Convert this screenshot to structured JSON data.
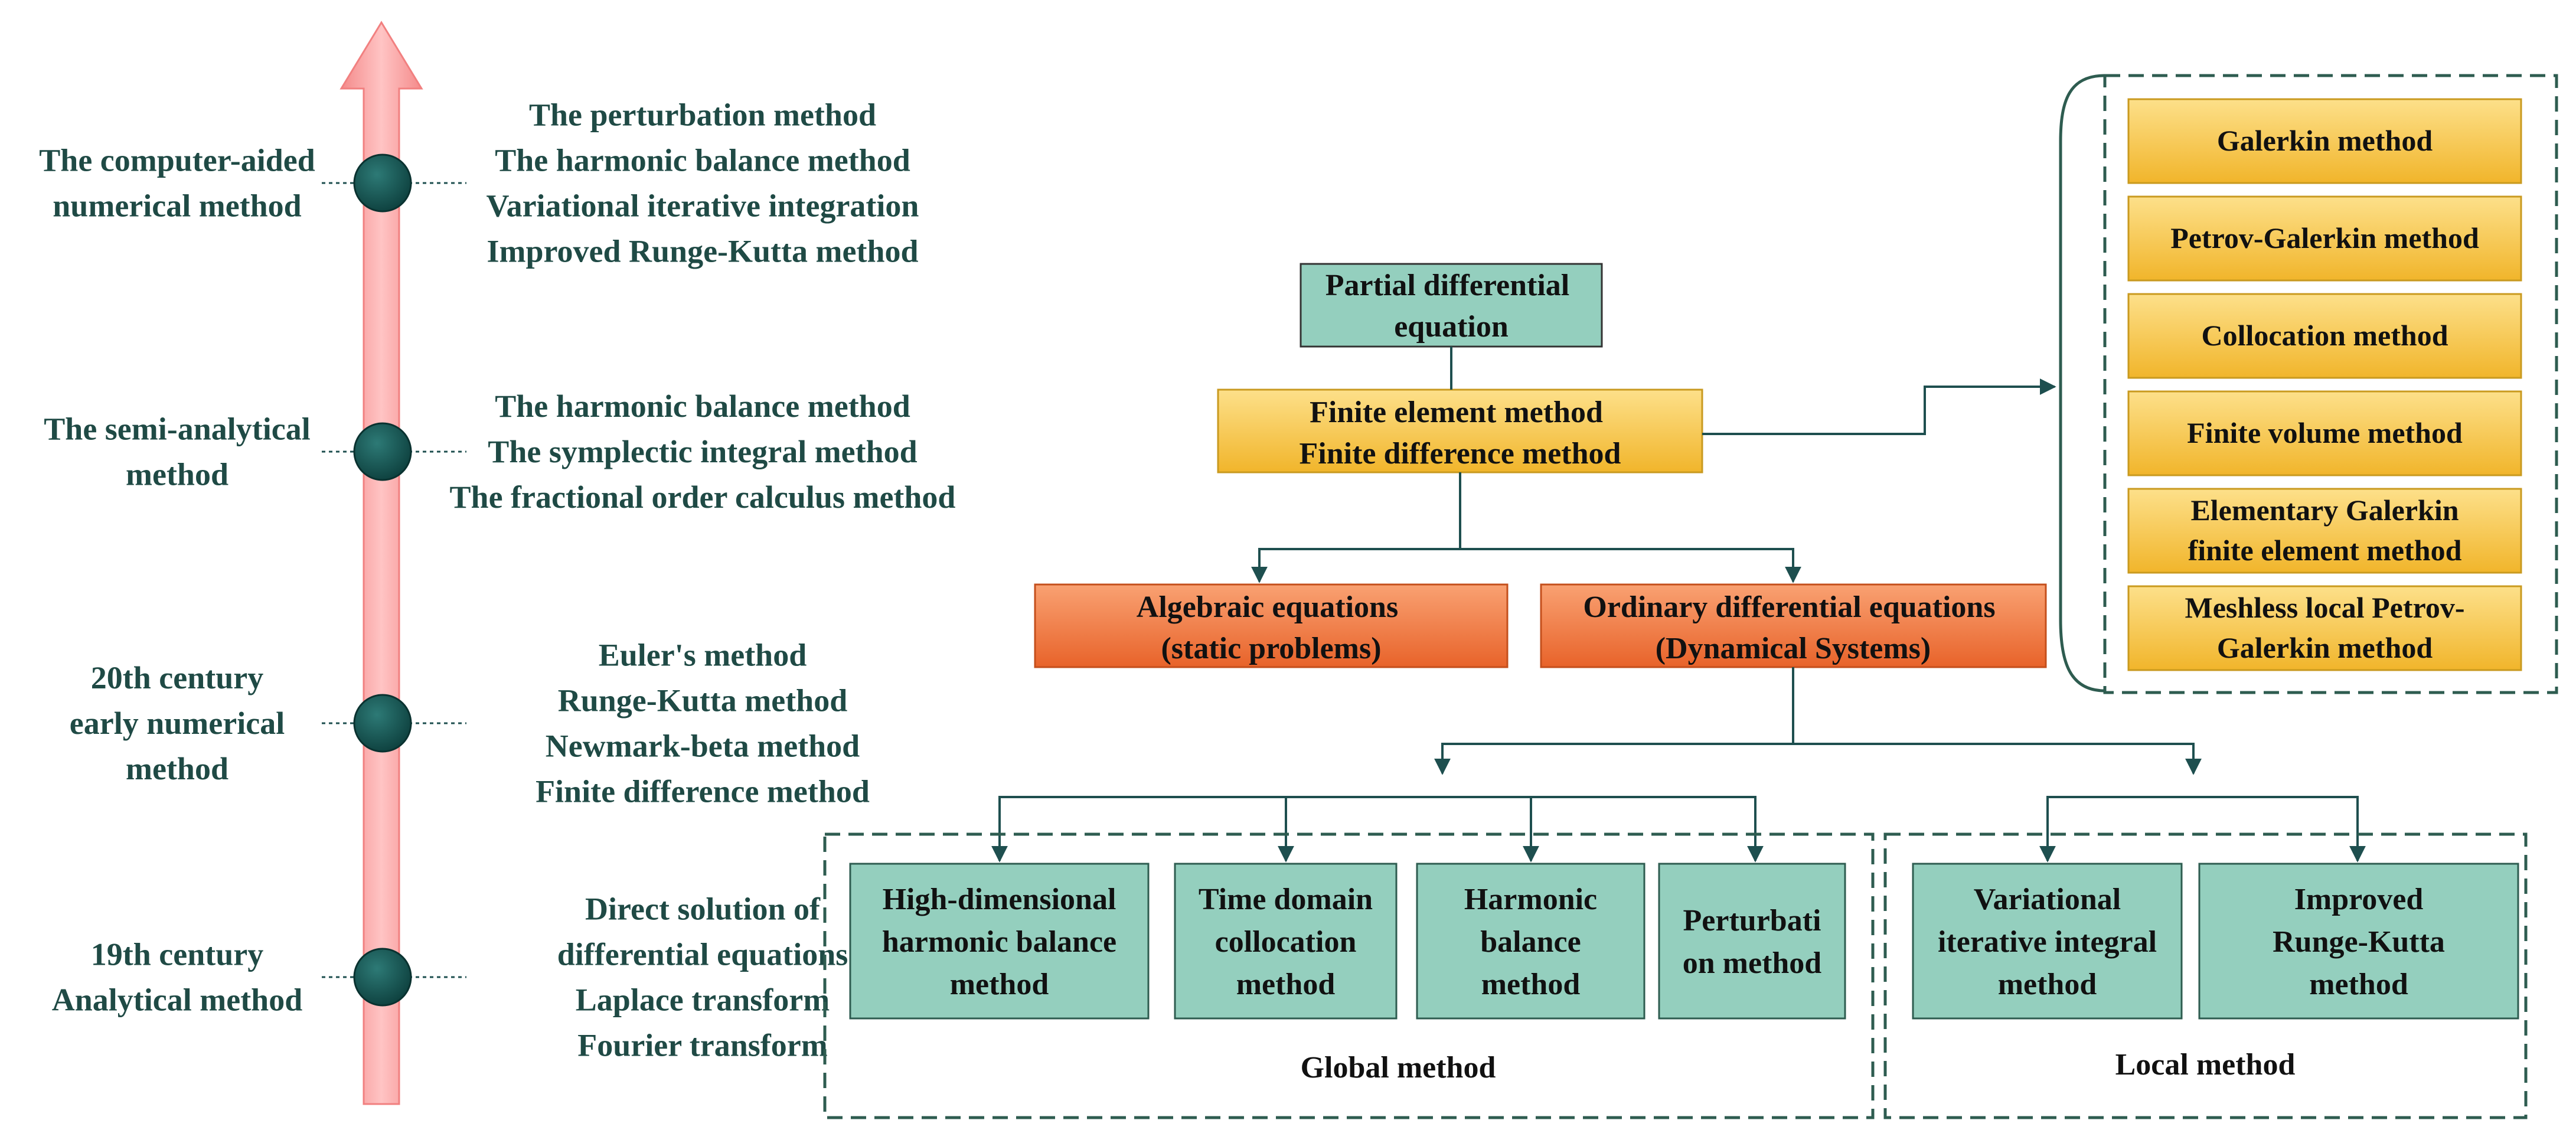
{
  "timeline": {
    "stages": [
      {
        "label": [
          "The computer-aided",
          "numerical method"
        ],
        "methods": [
          "The perturbation method",
          "The harmonic balance method",
          "Variational iterative integration",
          "Improved Runge-Kutta method"
        ]
      },
      {
        "label": [
          "The semi-analytical",
          "method"
        ],
        "methods": [
          "The harmonic balance method",
          "The symplectic integral method",
          "The fractional order calculus method"
        ]
      },
      {
        "label": [
          "20th century",
          "early numerical",
          "method"
        ],
        "methods": [
          "Euler's method",
          "Runge-Kutta method",
          "Newmark-beta method",
          "Finite difference method"
        ]
      },
      {
        "label": [
          "19th century",
          "Analytical method"
        ],
        "methods": [
          "Direct solution of",
          "differential equations",
          "Laplace transform",
          "Fourier transform"
        ]
      }
    ]
  },
  "flow": {
    "pde": [
      "Partial differential",
      "equation"
    ],
    "fem": [
      "Finite element method",
      "Finite difference method"
    ],
    "algebraic": [
      "Algebraic equations",
      "(static problems)"
    ],
    "ode": [
      "Ordinary differential equations",
      "(Dynamical Systems)"
    ]
  },
  "weighted_residual_methods": [
    [
      "Galerkin method"
    ],
    [
      "Petrov-Galerkin method"
    ],
    [
      "Collocation method"
    ],
    [
      "Finite volume method"
    ],
    [
      "Elementary Galerkin",
      "finite element method"
    ],
    [
      "Meshless local Petrov-",
      "Galerkin method"
    ]
  ],
  "global_group": {
    "label": "Global method",
    "methods": [
      [
        "High-dimensional",
        "harmonic balance",
        "method"
      ],
      [
        "Time domain",
        "collocation",
        "method"
      ],
      [
        "Harmonic",
        "balance",
        "method"
      ],
      [
        "Perturbati",
        "on method"
      ]
    ]
  },
  "local_group": {
    "label": "Local method",
    "methods": [
      [
        "Variational",
        "iterative integral",
        "method"
      ],
      [
        "Improved",
        "Runge-Kutta",
        "method"
      ]
    ]
  },
  "colors": {
    "teal_box": "#94cfbe",
    "yellow_box": "#f7c84a",
    "orange_box": "#f07d3e",
    "line": "#1e4f4f",
    "timeline_text": "#1f4a45",
    "arrow": "#f5a3a3",
    "node": "#134f4d"
  }
}
